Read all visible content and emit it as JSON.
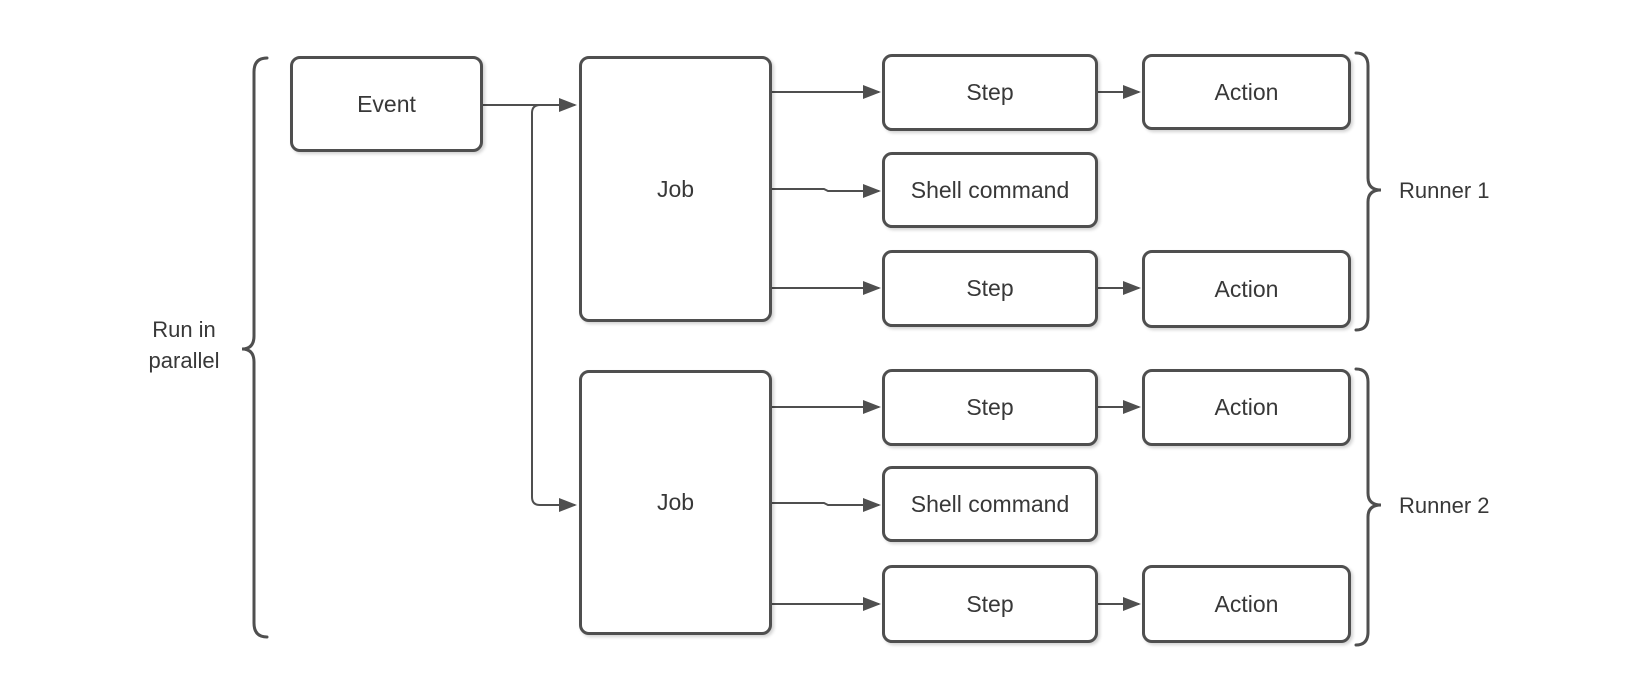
{
  "colors": {
    "background": "#ffffff",
    "stroke": "#4f4f4f",
    "text": "#383838"
  },
  "nodes": {
    "event": {
      "label": "Event"
    },
    "job1": {
      "label": "Job"
    },
    "job2": {
      "label": "Job"
    },
    "step1": {
      "label": "Step"
    },
    "shell1": {
      "label": "Shell command"
    },
    "step2": {
      "label": "Step"
    },
    "step3": {
      "label": "Step"
    },
    "shell2": {
      "label": "Shell command"
    },
    "step4": {
      "label": "Step"
    },
    "action1": {
      "label": "Action"
    },
    "action2": {
      "label": "Action"
    },
    "action3": {
      "label": "Action"
    },
    "action4": {
      "label": "Action"
    }
  },
  "annotations": {
    "run_in_parallel": {
      "line1": "Run in",
      "line2": "parallel"
    },
    "runner1": "Runner 1",
    "runner2": "Runner 2"
  }
}
